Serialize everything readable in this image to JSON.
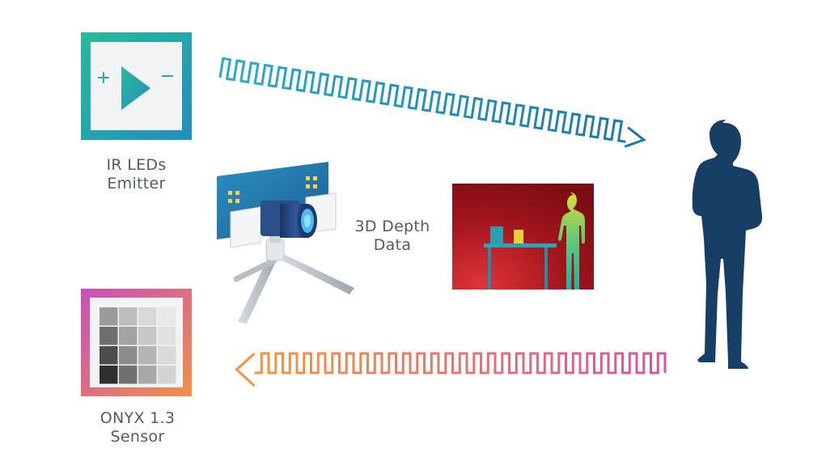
{
  "emitter": {
    "line1": "IR LEDs",
    "line2": "Emitter",
    "plus": "+",
    "minus": "−"
  },
  "sensor": {
    "line1": "ONYX 1.3",
    "line2": "Sensor"
  },
  "depth": {
    "line1": "3D Depth",
    "line2": "Data"
  },
  "colors": {
    "emitter_gradient": [
      "#2cb99a",
      "#1f8fbf"
    ],
    "sensor_gradient": [
      "#d05ab5",
      "#f08a4b"
    ],
    "outgoing_wave": [
      "#27a3c9",
      "#1e7fb4"
    ],
    "return_wave": [
      "#d6559f",
      "#f2963e"
    ],
    "person": "#173f66",
    "depth_background": "#9a1218"
  },
  "icons": [
    "diode-icon",
    "sensor-grid-icon",
    "camera-icon",
    "person-silhouette-icon",
    "depth-map-icon"
  ]
}
